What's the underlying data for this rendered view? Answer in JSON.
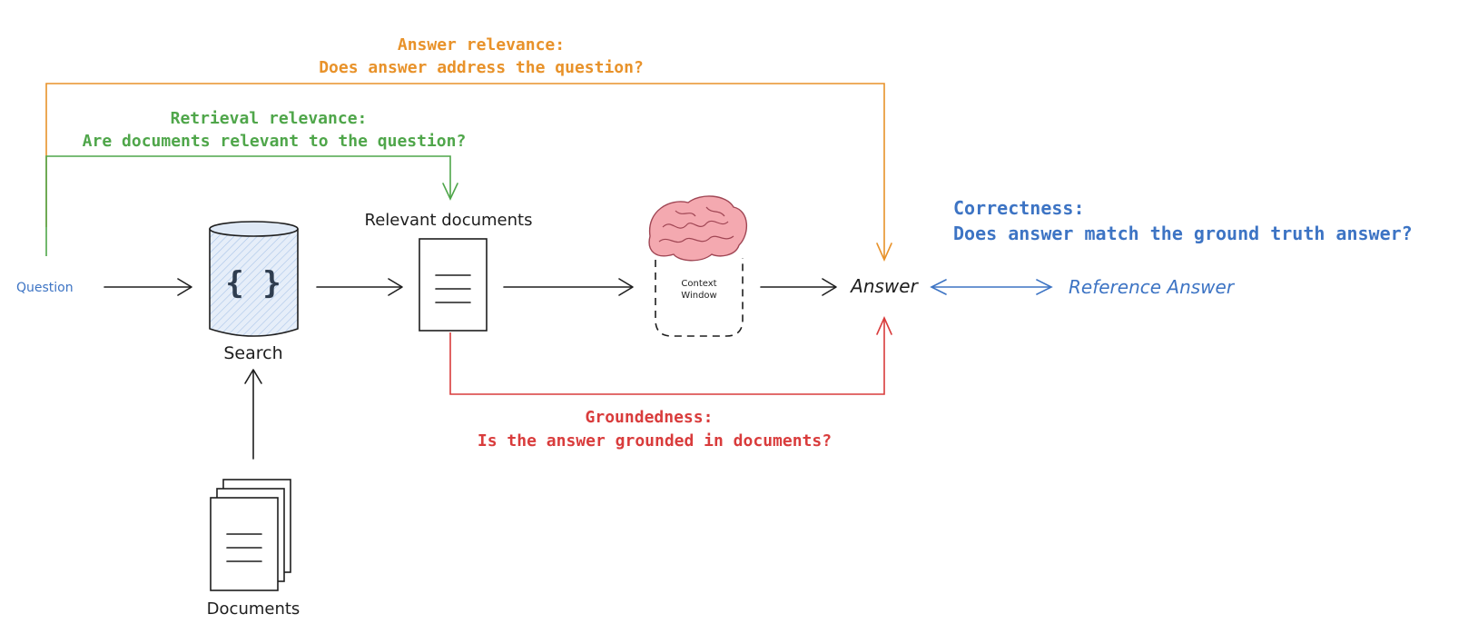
{
  "colors": {
    "answer_relevance": "#e8922a",
    "retrieval_relevance": "#4fa64a",
    "groundedness": "#d93c3c",
    "correctness": "#3d74c4",
    "ink": "#1e1e1e",
    "db_fill": "#d8e6f5",
    "brain": "#f4a9b0"
  },
  "nodes": {
    "question": "Question",
    "search": "Search",
    "search_glyph": "{ }",
    "relevant_documents": "Relevant documents",
    "context_window_line1": "Context",
    "context_window_line2": "Window",
    "answer": "Answer",
    "reference_answer": "Reference Answer",
    "documents": "Documents"
  },
  "metrics": {
    "answer_relevance": {
      "title": "Answer relevance:",
      "question": "Does answer address the question?"
    },
    "retrieval_relevance": {
      "title": "Retrieval relevance:",
      "question": "Are documents relevant to the question?"
    },
    "groundedness": {
      "title": "Groundedness:",
      "question": "Is the answer grounded in documents?"
    },
    "correctness": {
      "title": "Correctness:",
      "question": "Does answer match the ground truth answer?"
    }
  },
  "icons": {
    "database": "database-icon",
    "document": "document-icon",
    "document_stack": "document-stack-icon",
    "brain": "brain-icon"
  }
}
